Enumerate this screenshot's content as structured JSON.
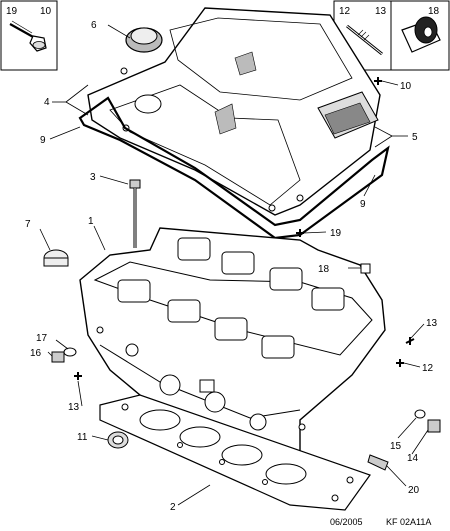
{
  "insets": {
    "left": {
      "labels": [
        "19",
        "10"
      ]
    },
    "right": {
      "labels": [
        "12",
        "13",
        "18"
      ]
    }
  },
  "callouts": {
    "c1": "1",
    "c2": "2",
    "c3": "3",
    "c4": "4",
    "c5": "5",
    "c6": "6",
    "c7": "7",
    "c9a": "9",
    "c9b": "9",
    "c10": "10",
    "c11": "11",
    "c12": "12",
    "c13a": "13",
    "c13b": "13",
    "c14": "14",
    "c15": "15",
    "c16": "16",
    "c17": "17",
    "c18": "18",
    "c19": "19",
    "c20": "20"
  },
  "footer": {
    "date": "06/2005",
    "code": "KF 02A11A"
  }
}
